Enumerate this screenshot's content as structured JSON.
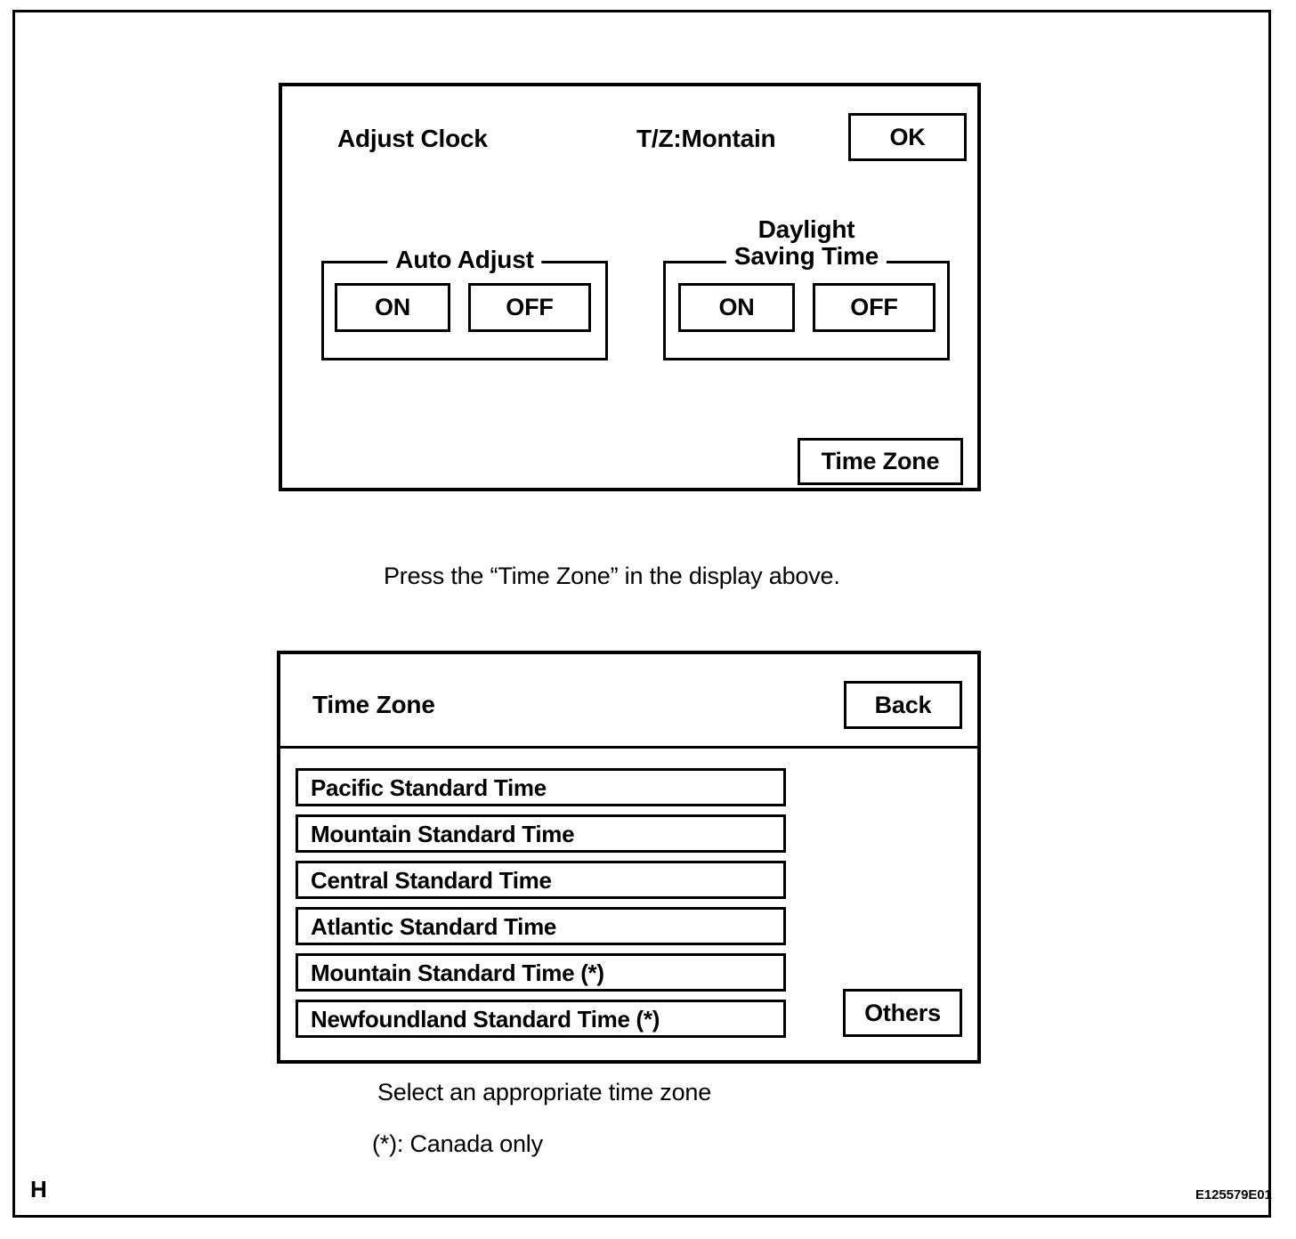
{
  "document": {
    "sheet_mark": "H",
    "figure_code": "E125579E01"
  },
  "adjust_clock_screen": {
    "title": "Adjust Clock",
    "time_zone_indicator": "T/Z:Montain",
    "ok_label": "OK",
    "time_zone_label": "Time Zone",
    "groups": [
      {
        "legend": "Auto Adjust",
        "on_label": "ON",
        "off_label": "OFF"
      },
      {
        "legend": "Daylight\nSaving Time",
        "legend_line1": "Daylight",
        "legend_line2": "Saving Time",
        "on_label": "ON",
        "off_label": "OFF"
      }
    ]
  },
  "captions": {
    "press_time_zone": "Press the “Time Zone” in the display above.",
    "select_time_zone": "Select an appropriate time zone",
    "canada_only": "(*): Canada only"
  },
  "time_zone_screen": {
    "heading": "Time Zone",
    "back_label": "Back",
    "others_label": "Others",
    "items": [
      {
        "label": "Pacific Standard Time"
      },
      {
        "label": "Mountain Standard Time"
      },
      {
        "label": "Central Standard Time"
      },
      {
        "label": "Atlantic Standard Time"
      },
      {
        "label": "Mountain Standard Time (*)"
      },
      {
        "label": "Newfoundland Standard Time (*)"
      }
    ]
  },
  "colors": {
    "ink": "#000000",
    "background": "#ffffff"
  }
}
